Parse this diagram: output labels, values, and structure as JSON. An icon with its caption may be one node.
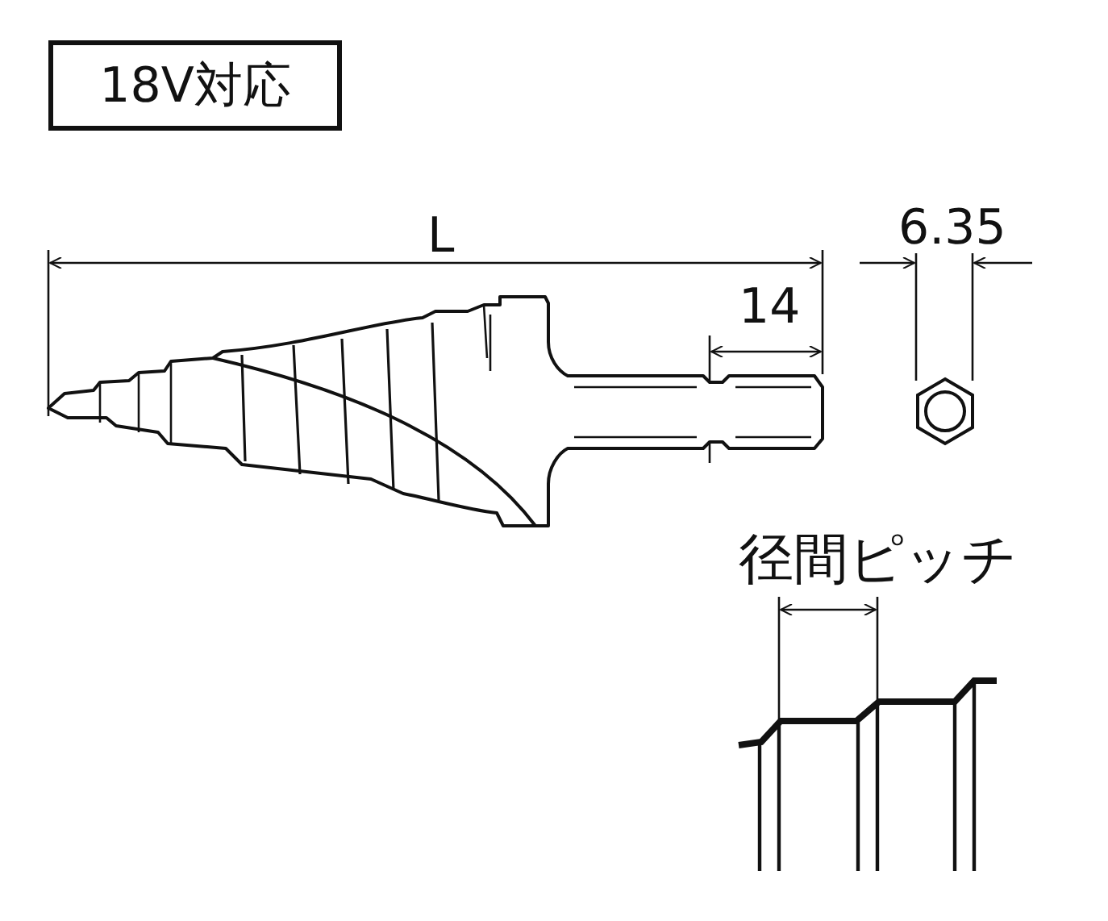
{
  "diagram": {
    "nodes": [
      {
        "text": [
          "18V対応"
        ]
      }
    ],
    "labels": [
      "L",
      "14",
      "6.35",
      "径間ピッチ"
    ]
  }
}
